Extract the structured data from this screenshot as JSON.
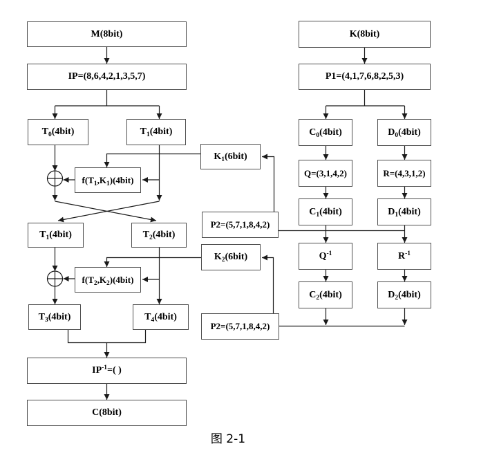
{
  "figure": {
    "caption": "图 2-1",
    "background": "#ffffff",
    "line_color": "#1a1a1a",
    "box_border_color": "#4d4d4d",
    "text_color": "#000000",
    "icons": {
      "xor": "⊕"
    },
    "nodes": {
      "m": {
        "label": "M(8bit)",
        "segments": [
          [
            "M(8bit)",
            ""
          ]
        ]
      },
      "ip": {
        "label": "IP=(8,6,4,2,1,3,5,7)",
        "segments": [
          [
            "IP=(8,6,4,2,1,3,5,7)",
            ""
          ]
        ]
      },
      "t0": {
        "label": "T₀(4bit)",
        "segments": [
          [
            "T",
            ""
          ],
          [
            "0",
            "b"
          ],
          [
            "(4bit)",
            ""
          ]
        ]
      },
      "t1a": {
        "label": "T₁(4bit)",
        "segments": [
          [
            "T",
            ""
          ],
          [
            "1",
            "b"
          ],
          [
            "(4bit)",
            ""
          ]
        ]
      },
      "k1": {
        "label": "K₁(6bit)",
        "segments": [
          [
            "K",
            ""
          ],
          [
            "1",
            "b"
          ],
          [
            "(6bit)",
            ""
          ]
        ]
      },
      "f1": {
        "label": "f(T₁,K₁)(4bit)",
        "segments": [
          [
            "f(T",
            ""
          ],
          [
            "1",
            "b"
          ],
          [
            ",K",
            ""
          ],
          [
            "1",
            "b"
          ],
          [
            ")(4bit)",
            ""
          ]
        ]
      },
      "t1b": {
        "label": "T₁(4bit)",
        "segments": [
          [
            "T",
            ""
          ],
          [
            "1",
            "b"
          ],
          [
            "(4bit)",
            ""
          ]
        ]
      },
      "t2": {
        "label": "T₂(4bit)",
        "segments": [
          [
            "T",
            ""
          ],
          [
            "2",
            "b"
          ],
          [
            "(4bit)",
            ""
          ]
        ]
      },
      "p2a": {
        "label": "P2=(5,7,1,8,4,2)",
        "segments": [
          [
            "P2=(5,7,1,8,4,2)",
            ""
          ]
        ]
      },
      "k2": {
        "label": "K₂(6bit)",
        "segments": [
          [
            "K",
            ""
          ],
          [
            "2",
            "b"
          ],
          [
            "(6bit)",
            ""
          ]
        ]
      },
      "f2": {
        "label": "f(T₂,K₂)(4bit)",
        "segments": [
          [
            "f(T",
            ""
          ],
          [
            "2",
            "b"
          ],
          [
            ",K",
            ""
          ],
          [
            "2",
            "b"
          ],
          [
            ")(4bit)",
            ""
          ]
        ]
      },
      "t3": {
        "label": "T₃(4bit)",
        "segments": [
          [
            "T",
            ""
          ],
          [
            "3",
            "b"
          ],
          [
            "(4bit)",
            ""
          ]
        ]
      },
      "t4": {
        "label": "T₄(4bit)",
        "segments": [
          [
            "T",
            ""
          ],
          [
            "4",
            "b"
          ],
          [
            "(4bit)",
            ""
          ]
        ]
      },
      "ipinv": {
        "label": "IP⁻¹=( )",
        "segments": [
          [
            "IP",
            ""
          ],
          [
            "-1",
            "p"
          ],
          [
            "=( )",
            ""
          ]
        ]
      },
      "c": {
        "label": "C(8bit)",
        "segments": [
          [
            "C(8bit)",
            ""
          ]
        ]
      },
      "k": {
        "label": "K(8bit)",
        "segments": [
          [
            "K(8bit)",
            ""
          ]
        ]
      },
      "p1": {
        "label": "P1=(4,1,7,6,8,2,5,3)",
        "segments": [
          [
            "P1=(4,1,7,6,8,2,5,3)",
            ""
          ]
        ]
      },
      "c0": {
        "label": "C₀(4bit)",
        "segments": [
          [
            "C",
            ""
          ],
          [
            "0",
            "b"
          ],
          [
            "(4bit)",
            ""
          ]
        ]
      },
      "d0": {
        "label": "D₀(4bit)",
        "segments": [
          [
            "D",
            ""
          ],
          [
            "0",
            "b"
          ],
          [
            "(4bit)",
            ""
          ]
        ]
      },
      "q": {
        "label": "Q=(3,1,4,2)",
        "segments": [
          [
            "Q=(3,1,4,2)",
            ""
          ]
        ]
      },
      "r": {
        "label": "R=(4,3,1,2)",
        "segments": [
          [
            "R=(4,3,1,2)",
            ""
          ]
        ]
      },
      "c1": {
        "label": "C₁(4bit)",
        "segments": [
          [
            "C",
            ""
          ],
          [
            "1",
            "b"
          ],
          [
            "(4bit)",
            ""
          ]
        ]
      },
      "d1": {
        "label": "D₁(4bit)",
        "segments": [
          [
            "D",
            ""
          ],
          [
            "1",
            "b"
          ],
          [
            "(4bit)",
            ""
          ]
        ]
      },
      "qinv": {
        "label": "Q⁻¹",
        "segments": [
          [
            "Q",
            ""
          ],
          [
            "-1",
            "p"
          ]
        ]
      },
      "rinv": {
        "label": "R⁻¹",
        "segments": [
          [
            "R",
            ""
          ],
          [
            "-1",
            "p"
          ]
        ]
      },
      "c2": {
        "label": "C₂(4bit)",
        "segments": [
          [
            "C",
            ""
          ],
          [
            "2",
            "b"
          ],
          [
            "(4bit)",
            ""
          ]
        ]
      },
      "d2": {
        "label": "D₂(4bit)",
        "segments": [
          [
            "D",
            ""
          ],
          [
            "2",
            "b"
          ],
          [
            "(4bit)",
            ""
          ]
        ]
      },
      "p2b": {
        "label": "P2=(5,7,1,8,4,2)",
        "segments": [
          [
            "P2=(5,7,1,8,4,2)",
            ""
          ]
        ]
      }
    }
  }
}
